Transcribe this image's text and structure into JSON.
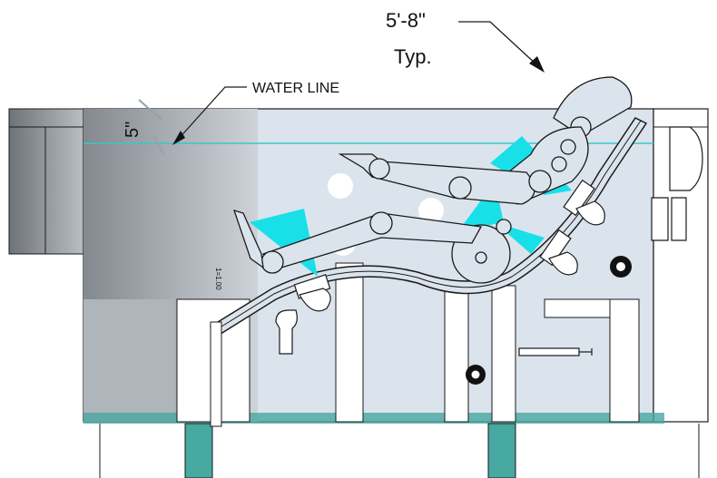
{
  "labels": {
    "dimension_main": "5'-8\"",
    "dimension_sub": "Typ.",
    "water_line": "WATER LINE",
    "depth": "5\"",
    "small_mark": "1=1.00"
  },
  "colors": {
    "water": "#dbe4ec",
    "water_line": "#37c8c9",
    "jet": "#19e0e8",
    "left_wall_dark": "#8a9096",
    "left_wall_light": "#c8ced3",
    "floor_teal": "#48a8a2",
    "outline": "#1a1a1a"
  }
}
